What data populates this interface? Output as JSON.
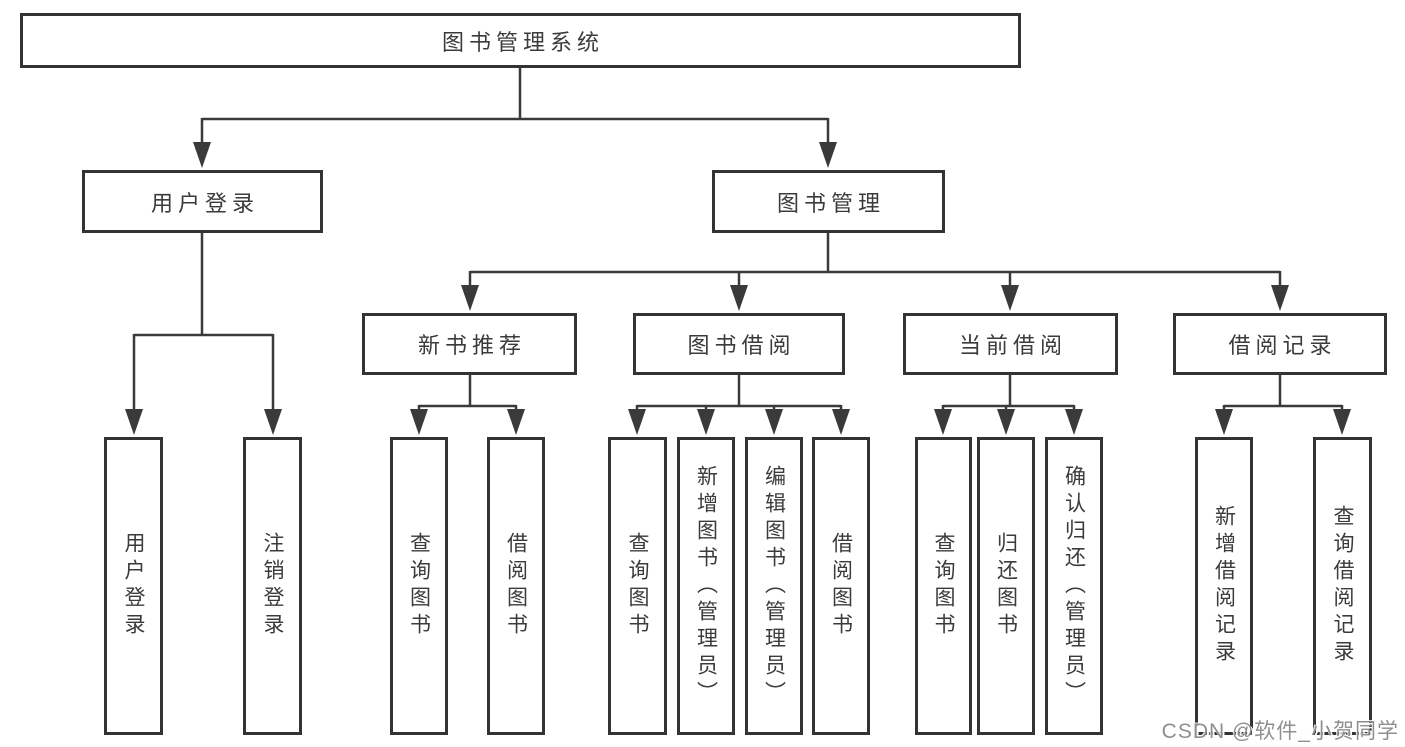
{
  "tree": {
    "root": {
      "label": "图书管理系统",
      "children": [
        {
          "label": "用户登录",
          "children": [
            {
              "label": "用户登录"
            },
            {
              "label": "注销登录"
            }
          ]
        },
        {
          "label": "图书管理",
          "children": [
            {
              "label": "新书推荐",
              "children": [
                {
                  "label": "查询图书"
                },
                {
                  "label": "借阅图书"
                }
              ]
            },
            {
              "label": "图书借阅",
              "children": [
                {
                  "label": "查询图书"
                },
                {
                  "label": "新增图书（管理员）"
                },
                {
                  "label": "编辑图书（管理员）"
                },
                {
                  "label": "借阅图书"
                }
              ]
            },
            {
              "label": "当前借阅",
              "children": [
                {
                  "label": "查询图书"
                },
                {
                  "label": "归还图书"
                },
                {
                  "label": "确认归还（管理员）"
                }
              ]
            },
            {
              "label": "借阅记录",
              "children": [
                {
                  "label": "新增借阅记录"
                },
                {
                  "label": "查询借阅记录"
                }
              ]
            }
          ]
        }
      ]
    }
  },
  "watermark": {
    "text": "CSDN @软件_小贺同学"
  },
  "colors": {
    "box_border": "#333333",
    "connector_line": "#3a3a3a",
    "text": "#3b3b3b",
    "watermark_gray": "#8f8f8f",
    "background": "#ffffff"
  }
}
